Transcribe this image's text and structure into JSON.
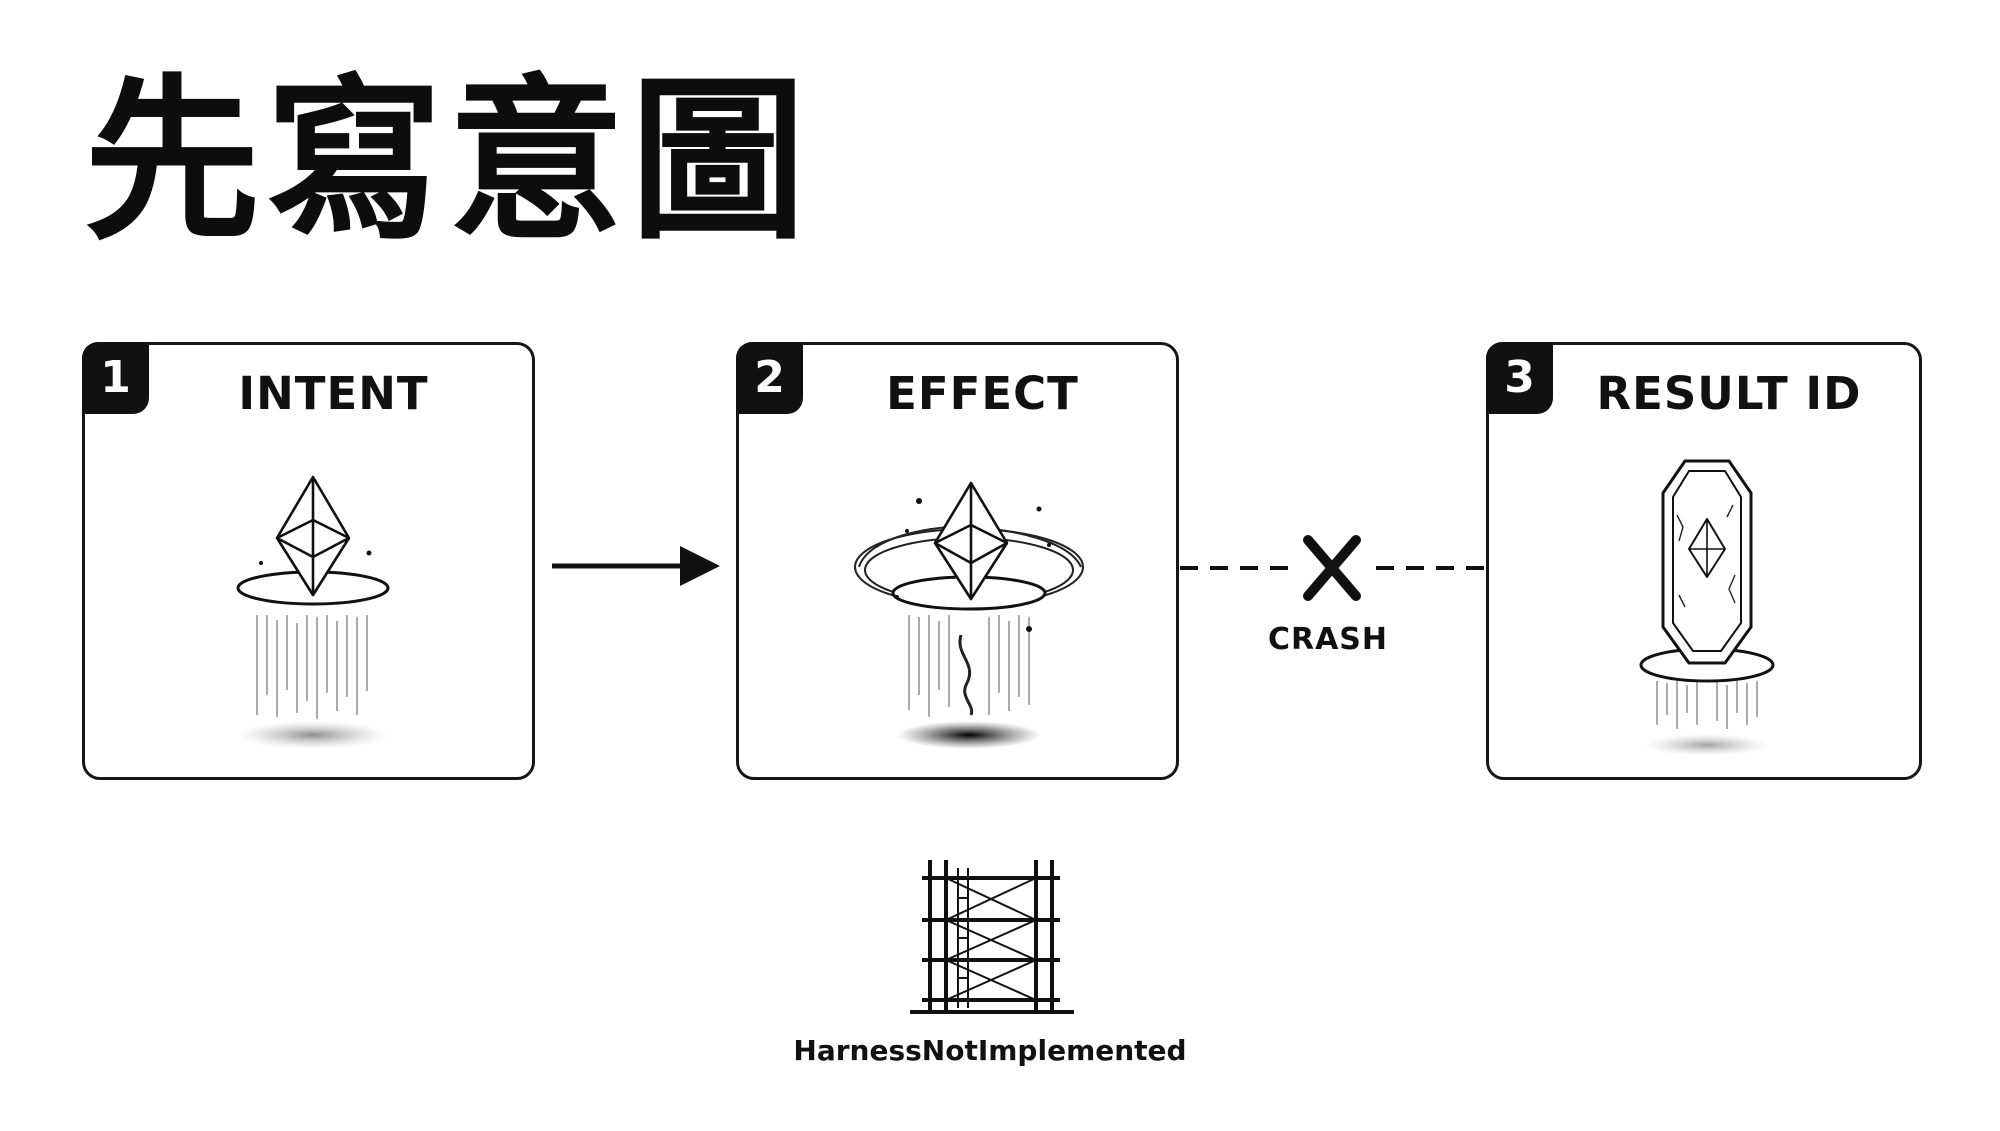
{
  "title": "先寫意圖",
  "steps": [
    {
      "number": "1",
      "label": "INTENT",
      "icon": "diamond-hovering-icon"
    },
    {
      "number": "2",
      "label": "EFFECT",
      "icon": "diamond-vortex-icon"
    },
    {
      "number": "3",
      "label": "RESULT ID",
      "icon": "crystal-token-icon"
    }
  ],
  "connectors": {
    "first": {
      "style": "solid-arrow",
      "icon": "arrow-right-icon"
    },
    "second": {
      "style": "dashed-broken",
      "icon": "x-icon",
      "label": "CRASH"
    }
  },
  "footer": {
    "icon": "scaffold-icon",
    "label": "HarnessNotImplemented"
  }
}
